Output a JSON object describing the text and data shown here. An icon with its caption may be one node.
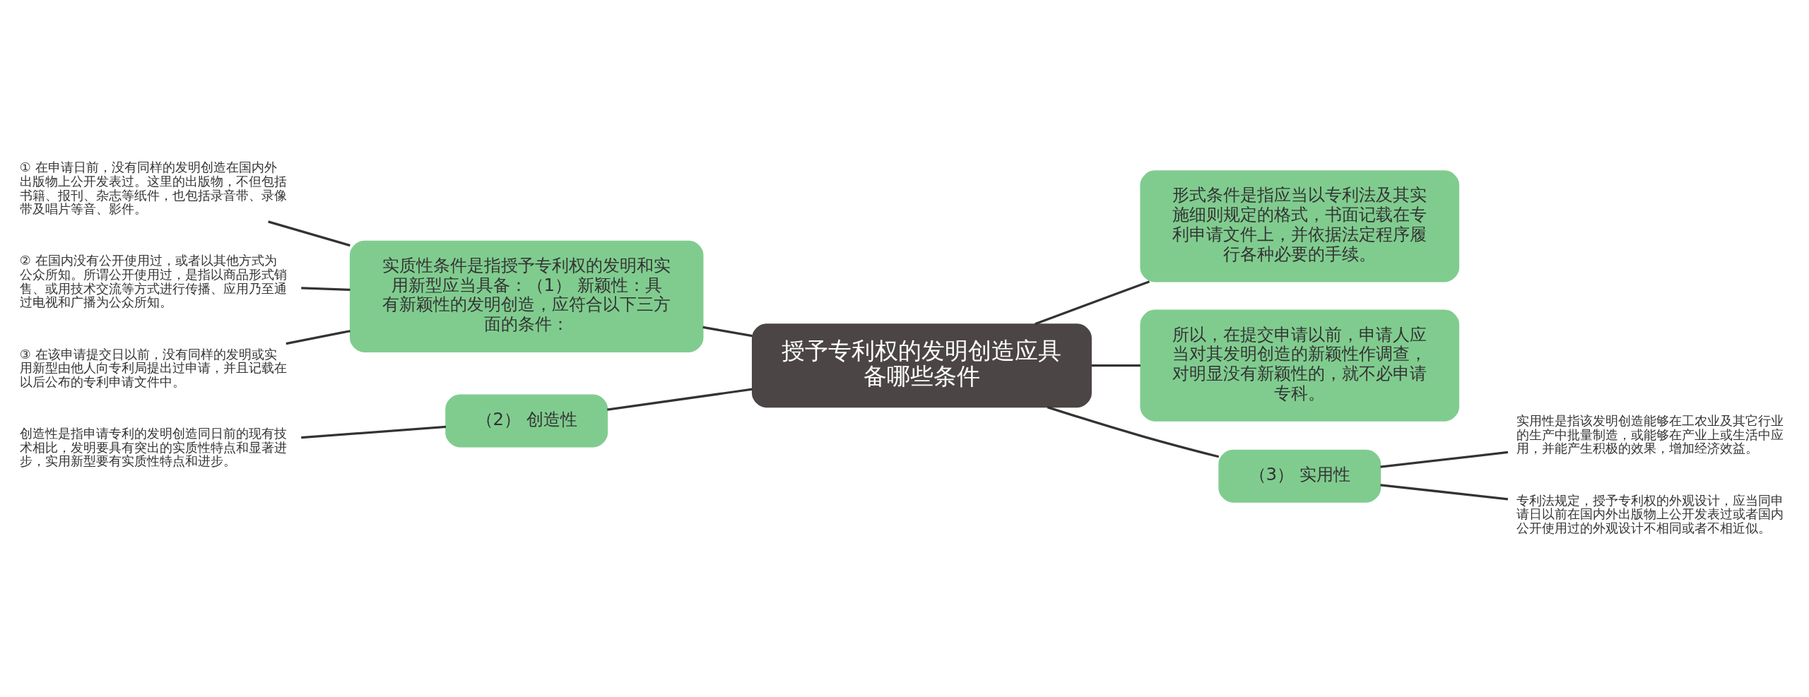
{
  "diagram": {
    "nodes": [
      {
        "text": [
          "授予专利权的发明创造应具备哪些条件"
        ]
      },
      {
        "text": [
          "实质性条件是指授予专利权的发明和实用新型应当具备：（1） 新颖性：具有新颖性的发明创造，应符合以下三方面的条件："
        ]
      },
      {
        "text": [
          "① 在申请日前，没有同样的发明创造在国内外出版物上公开发表过。这里的出版物，不但包括书籍、报刊、杂志等纸件，也包括录音带、录像带及唱片等音、影件。"
        ]
      },
      {
        "text": [
          "② 在国内没有公开使用过，或者以其他方式为公众所知。所谓公开使用过，是指以商品形式销售、或用技术交流等方式进行传播、应用乃至通过电视和广播为公众所知。"
        ]
      },
      {
        "text": [
          "③ 在该申请提交日以前，没有同样的发明或实用新型由他人向专利局提出过申请，并且记载在以后公布的专利申请文件中。"
        ]
      },
      {
        "text": [
          "（2） 创造性"
        ]
      },
      {
        "text": [
          "创造性是指申请专利的发明创造同日前的现有技术相比，发明要具有突出的实质性特点和显著进步，实用新型要有实质性特点和进步。"
        ]
      },
      {
        "text": [
          "形式条件是指应当以专利法及其实施细则规定的格式，书面记载在专利申请文件上，并依据法定程序履行各种必要的手续。"
        ]
      },
      {
        "text": [
          "所以，在提交申请以前，申请人应当对其发明创造的新颖性作调查，对明显没有新颖性的，就不必申请专科。"
        ]
      },
      {
        "text": [
          "（3） 实用性"
        ]
      },
      {
        "text": [
          "实用性是指该发明创造能够在工农业及其它行业的生产中批量制造，或能够在产业上或生活中应用，并能产生积极的效果，增加经济效益。"
        ]
      },
      {
        "text": [
          "专利法规定，授予专利权的外观设计，应当同申请日以前在国内外出版物上公开发表过或者国内公开使用过的外观设计不相同或者不相近似。"
        ]
      }
    ],
    "edges": [
      {
        "from": 1,
        "to": 0,
        "arrow": "none"
      },
      {
        "from": 2,
        "to": 1,
        "arrow": "none"
      },
      {
        "from": 3,
        "to": 1,
        "arrow": "none"
      },
      {
        "from": 4,
        "to": 1,
        "arrow": "none"
      },
      {
        "from": 5,
        "to": 0,
        "arrow": "none"
      },
      {
        "from": 6,
        "to": 5,
        "arrow": "none"
      },
      {
        "from": 0,
        "to": 7,
        "arrow": "none"
      },
      {
        "from": 0,
        "to": 8,
        "arrow": "none"
      },
      {
        "from": 0,
        "to": 9,
        "arrow": "none"
      },
      {
        "from": 9,
        "to": 10,
        "arrow": "none"
      },
      {
        "from": 9,
        "to": 11,
        "arrow": "none"
      }
    ]
  }
}
